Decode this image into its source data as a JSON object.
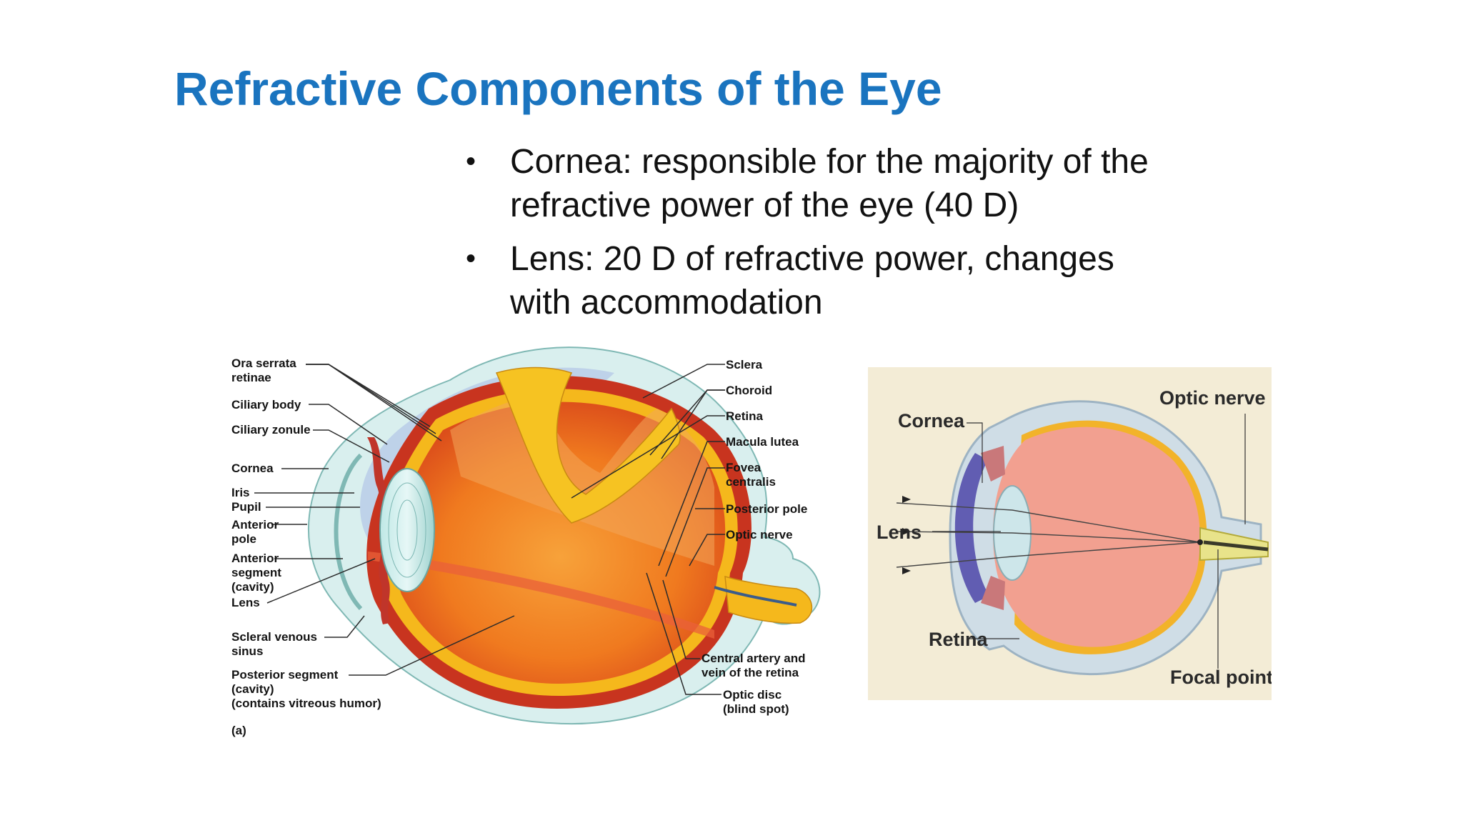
{
  "slide": {
    "title": "Refractive Components of the Eye",
    "bullets": [
      {
        "line1": "Cornea: responsible for the majority of the",
        "line2": "refractive power of the eye (40 D)"
      },
      {
        "line1": "Lens: 20 D of refractive power, changes",
        "line2": "with accommodation"
      }
    ],
    "bullet_glyph": "•"
  },
  "figure_a": {
    "left_labels": [
      {
        "lines": [
          "Ora serrata",
          "retinae"
        ]
      },
      {
        "lines": [
          "Ciliary body"
        ]
      },
      {
        "lines": [
          "Ciliary zonule"
        ]
      },
      {
        "lines": [
          "Cornea"
        ]
      },
      {
        "lines": [
          "Iris"
        ]
      },
      {
        "lines": [
          "Pupil"
        ]
      },
      {
        "lines": [
          "Anterior",
          "pole"
        ]
      },
      {
        "lines": [
          "Anterior",
          "segment",
          "(cavity)"
        ]
      },
      {
        "lines": [
          "Lens"
        ]
      },
      {
        "lines": [
          "Scleral venous",
          "sinus"
        ]
      },
      {
        "lines": [
          "Posterior segment",
          "(cavity)",
          "(contains vitreous humor)"
        ]
      }
    ],
    "right_labels": [
      {
        "lines": [
          "Sclera"
        ]
      },
      {
        "lines": [
          "Choroid"
        ]
      },
      {
        "lines": [
          "Retina"
        ]
      },
      {
        "lines": [
          "Macula lutea"
        ]
      },
      {
        "lines": [
          "Fovea",
          "centralis"
        ]
      },
      {
        "lines": [
          "Posterior pole"
        ]
      },
      {
        "lines": [
          "Optic nerve"
        ]
      }
    ],
    "bottom_labels": [
      {
        "lines": [
          "Central artery and",
          "vein of the retina"
        ]
      },
      {
        "lines": [
          "Optic disc",
          "(blind spot)"
        ]
      }
    ],
    "panel_tag": "(a)"
  },
  "figure_b": {
    "labels": {
      "cornea": "Cornea",
      "lens": "Lens",
      "retina": "Retina",
      "optic_nerve": "Optic nerve",
      "focal_point": "Focal point"
    }
  }
}
